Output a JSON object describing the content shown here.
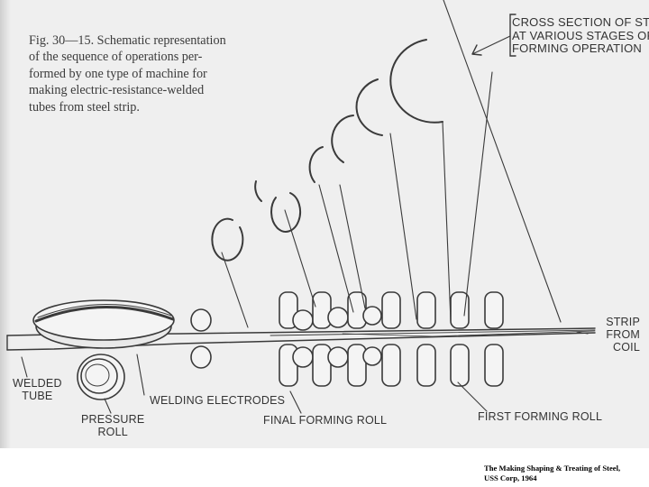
{
  "caption": {
    "lines": [
      "Fig. 30—15. Schematic representation",
      "of the sequence of operations per-",
      "formed by one type of machine for",
      "making electric-resistance-welded",
      "tubes from steel strip."
    ]
  },
  "labels": {
    "cross_section": [
      "CROSS SECTION OF STRIP",
      "AT VARIOUS STAGES OF",
      "FORMING OPERATION"
    ],
    "strip_from_coil": [
      "STRIP",
      "FROM",
      "COIL"
    ],
    "welded_tube": [
      "WELDED",
      "TUBE"
    ],
    "pressure_roll": [
      "PRESSURE",
      "ROLL"
    ],
    "welding_electrodes": "WELDING ELECTRODES",
    "final_forming_roll": "FINAL FORMING ROLL",
    "first_forming_roll": "FIRST FORMING ROLL"
  },
  "credit": {
    "line1": "The Making Shaping & Treating of Steel,",
    "line2": "USS Corp, 1964"
  },
  "colors": {
    "background": "#efefef",
    "ink": "#3a3a3a"
  }
}
